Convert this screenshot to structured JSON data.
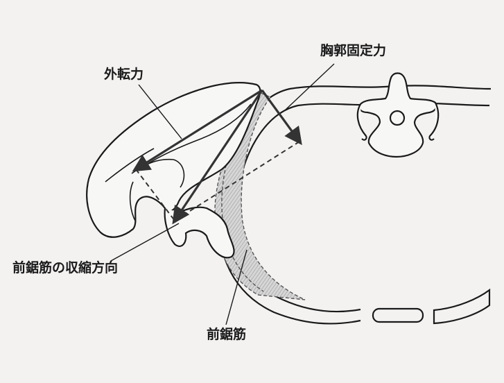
{
  "labels": {
    "abduction_force": "外転力",
    "thoracic_fixation_force": "胸郭固定力",
    "contraction_direction": "前鋸筋の収縮方向",
    "serratus_anterior": "前鋸筋"
  },
  "colors": {
    "background": "#f3f2f1",
    "line": "#1a1a1a",
    "arrow": "#3a3a3a",
    "muscle_fill": "#c8c8c8"
  }
}
